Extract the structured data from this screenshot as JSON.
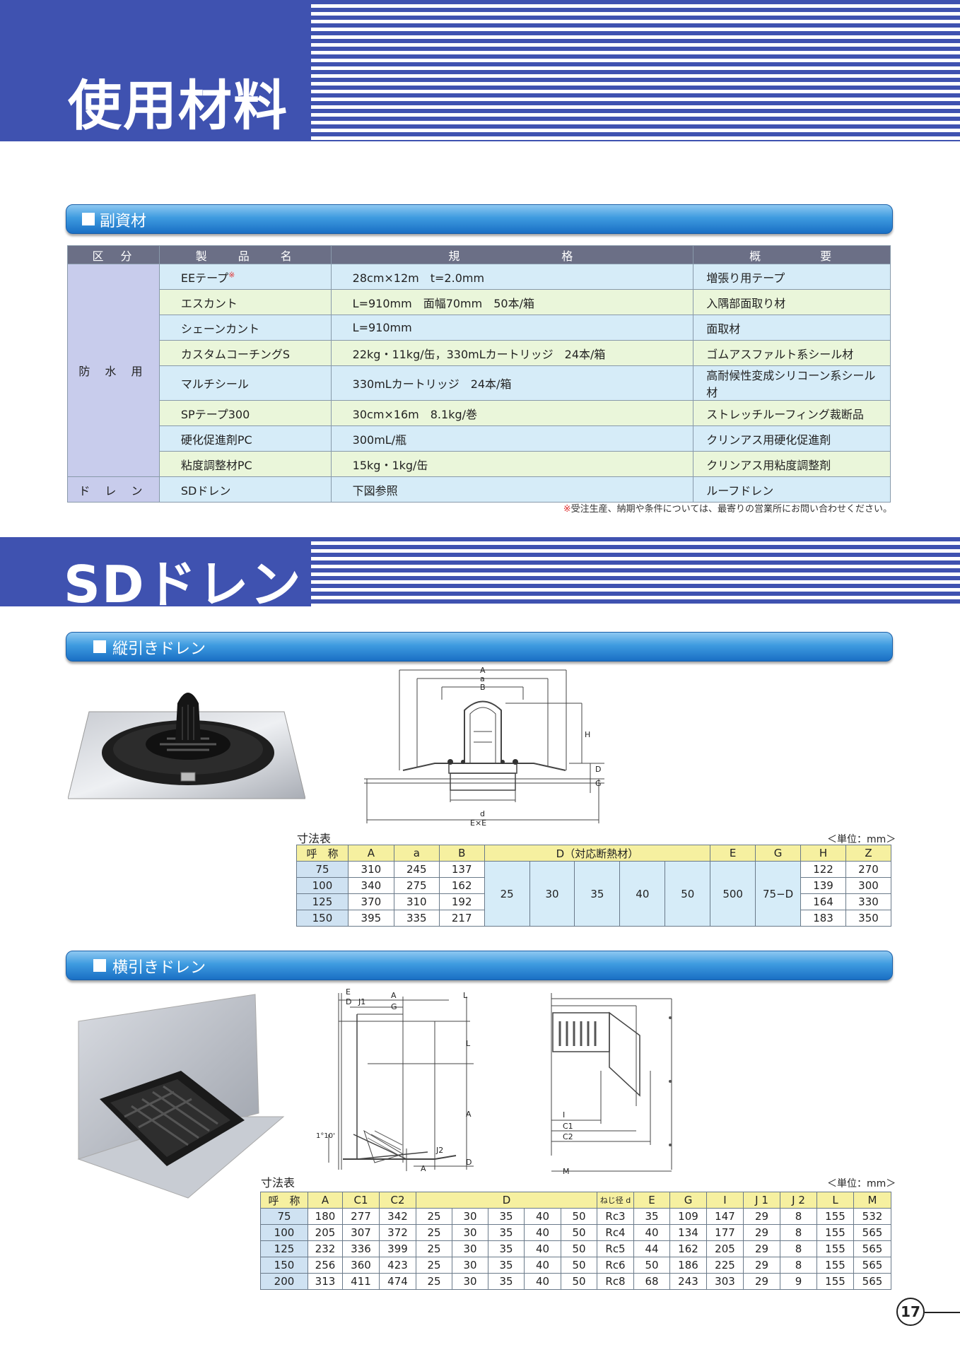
{
  "section1": {
    "title": "使用材料"
  },
  "sub1": {
    "title": "副資材"
  },
  "materials": {
    "headers": [
      "区　分",
      "製　　品　　名",
      "規　　　　　　　格",
      "概　　　　要"
    ],
    "category_waterproof": "防 水 用",
    "category_drain": "ド レ ン",
    "rows": [
      {
        "name": "EEテープ",
        "mark": "※",
        "spec": "28cm×12m　t=2.0mm",
        "desc": "増張り用テープ"
      },
      {
        "name": "エスカント",
        "mark": "",
        "spec": "L=910mm　面幅70mm　50本/箱",
        "desc": "入隅部面取り材"
      },
      {
        "name": "シェーンカント",
        "mark": "",
        "spec": "L=910mm",
        "desc": "面取材"
      },
      {
        "name": "カスタムコーチングS",
        "mark": "",
        "spec": "22kg・11kg/缶，330mLカートリッジ　24本/箱",
        "desc": "ゴムアスファルト系シール材"
      },
      {
        "name": "マルチシール",
        "mark": "",
        "spec": "330mLカートリッジ　24本/箱",
        "desc": "高耐候性変成シリコーン系シール材"
      },
      {
        "name": "SPテープ300",
        "mark": "",
        "spec": "30cm×16m　8.1kg/巻",
        "desc": "ストレッチルーフィング裁断品"
      },
      {
        "name": "硬化促進剤PC",
        "mark": "",
        "spec": "300mL/瓶",
        "desc": "クリンアス用硬化促進剤"
      },
      {
        "name": "粘度調整材PC",
        "mark": "",
        "spec": "15kg・1kg/缶",
        "desc": "クリンアス用粘度調整剤"
      }
    ],
    "drain_row": {
      "name": "SDドレン",
      "spec": "下図参照",
      "desc": "ルーフドレン"
    },
    "note_mark": "※",
    "note": "受注生産、納期や条件については、最寄りの営業所にお問い合わせください。"
  },
  "section2": {
    "title": "SDドレン"
  },
  "sub2": {
    "title": "縦引きドレン"
  },
  "sub3": {
    "title": "横引きドレン"
  },
  "vdrain": {
    "diagram_labels": {
      "A": "A",
      "a": "a",
      "B": "B",
      "H": "H",
      "D": "D",
      "G": "G",
      "d": "d",
      "ExE": "E×E"
    },
    "table_label": "寸法表",
    "unit": "＜単位：mm＞",
    "headers": [
      "呼　称",
      "A",
      "a",
      "B",
      "D（対応断熱材）",
      "E",
      "G",
      "H",
      "Z"
    ],
    "rows": [
      {
        "nm": "75",
        "A": "310",
        "a": "245",
        "B": "137",
        "H": "122",
        "Z": "270"
      },
      {
        "nm": "100",
        "A": "340",
        "a": "275",
        "B": "162",
        "H": "139",
        "Z": "300"
      },
      {
        "nm": "125",
        "A": "370",
        "a": "310",
        "B": "192",
        "H": "164",
        "Z": "330"
      },
      {
        "nm": "150",
        "A": "395",
        "a": "335",
        "B": "217",
        "H": "183",
        "Z": "350"
      }
    ],
    "D_values": [
      "25",
      "30",
      "35",
      "40",
      "50"
    ],
    "E": "500",
    "G": "75−D"
  },
  "hdrain": {
    "diagram_labels": {
      "E": "E",
      "D": "D",
      "J1": "J1",
      "A": "A",
      "G": "G",
      "L": "L",
      "J2": "J2",
      "angle": "1°10'",
      "I": "I",
      "C1": "C1",
      "C2": "C2",
      "M": "M"
    },
    "table_label": "寸法表",
    "unit": "＜単位：mm＞",
    "headers": [
      "呼　称",
      "A",
      "C1",
      "C2",
      "D",
      "ねじ径 d",
      "E",
      "G",
      "I",
      "J 1",
      "J 2",
      "L",
      "M"
    ],
    "rows": [
      [
        "75",
        "180",
        "277",
        "342",
        "25",
        "30",
        "35",
        "40",
        "50",
        "Rc3",
        "35",
        "109",
        "147",
        "29",
        "8",
        "155",
        "532"
      ],
      [
        "100",
        "205",
        "307",
        "372",
        "25",
        "30",
        "35",
        "40",
        "50",
        "Rc4",
        "40",
        "134",
        "177",
        "29",
        "8",
        "155",
        "565"
      ],
      [
        "125",
        "232",
        "336",
        "399",
        "25",
        "30",
        "35",
        "40",
        "50",
        "Rc5",
        "44",
        "162",
        "205",
        "29",
        "8",
        "155",
        "565"
      ],
      [
        "150",
        "256",
        "360",
        "423",
        "25",
        "30",
        "35",
        "40",
        "50",
        "Rc6",
        "50",
        "186",
        "225",
        "29",
        "8",
        "155",
        "565"
      ],
      [
        "200",
        "313",
        "411",
        "474",
        "25",
        "30",
        "35",
        "40",
        "50",
        "Rc8",
        "68",
        "243",
        "303",
        "29",
        "9",
        "155",
        "565"
      ]
    ]
  },
  "page_number": "17"
}
